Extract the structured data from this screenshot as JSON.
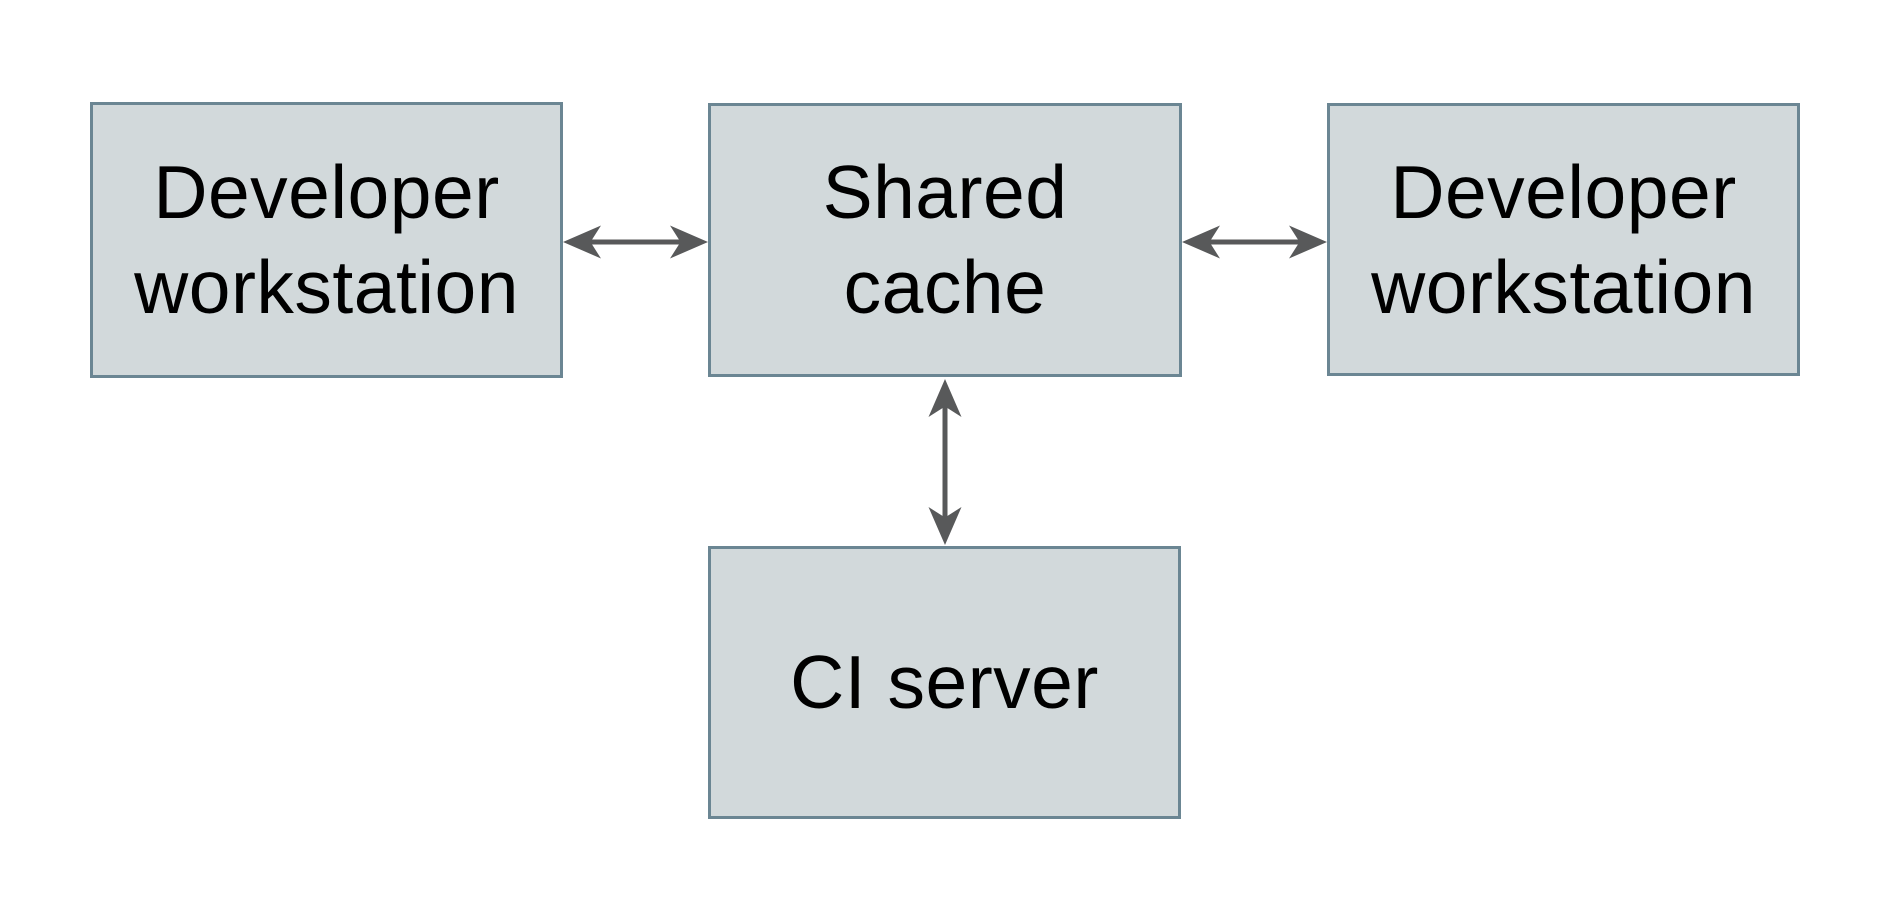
{
  "diagram": {
    "type": "architecture-diagram",
    "background": "#ffffff",
    "nodes": [
      {
        "id": "dev-left",
        "label": "Developer workstation",
        "lines": [
          "Developer",
          "workstation"
        ]
      },
      {
        "id": "cache",
        "label": "Shared cache",
        "lines": [
          "Shared",
          "cache"
        ]
      },
      {
        "id": "dev-right",
        "label": "Developer workstation",
        "lines": [
          "Developer",
          "workstation"
        ]
      },
      {
        "id": "ci",
        "label": "CI server",
        "lines": [
          "CI server"
        ]
      }
    ],
    "edges": [
      {
        "from": "dev-left",
        "to": "cache",
        "direction": "bidirectional",
        "orientation": "horizontal"
      },
      {
        "from": "cache",
        "to": "dev-right",
        "direction": "bidirectional",
        "orientation": "horizontal"
      },
      {
        "from": "cache",
        "to": "ci",
        "direction": "bidirectional",
        "orientation": "vertical"
      }
    ],
    "colors": {
      "node_fill": "#d2d9db",
      "node_border": "#6b8693",
      "arrow": "#58595a",
      "text": "#000000",
      "background": "#ffffff"
    }
  }
}
